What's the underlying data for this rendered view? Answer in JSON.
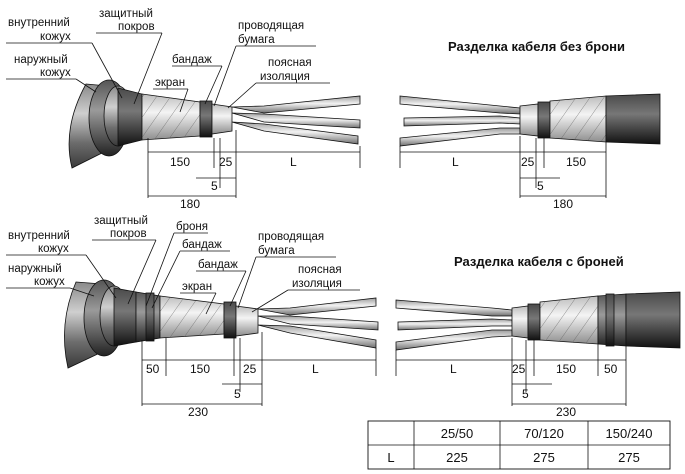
{
  "top": {
    "title": "Разделка кабеля без брони",
    "labels": {
      "inner_sheath_1": "внутренний",
      "inner_sheath_2": "кожух",
      "outer_sheath_1": "наружный",
      "outer_sheath_2": "кожух",
      "protective_1": "защитный",
      "protective_2": "покров",
      "bandage": "бандаж",
      "screen": "экран",
      "paper_1": "проводящая",
      "paper_2": "бумага",
      "belt_1": "поясная",
      "belt_2": "изоляция"
    },
    "dims": {
      "left_150": "150",
      "left_25": "25",
      "left_L": "L",
      "left_5": "5",
      "left_180": "180",
      "right_L": "L",
      "right_25": "25",
      "right_150": "150",
      "right_5": "5",
      "right_180": "180"
    }
  },
  "bottom": {
    "title": "Разделка кабеля с броней",
    "labels": {
      "inner_sheath_1": "внутренний",
      "inner_sheath_2": "кожух",
      "outer_sheath_1": "наружный",
      "outer_sheath_2": "кожух",
      "protective_1": "защитный",
      "protective_2": "покров",
      "armor": "броня",
      "bandage_1": "бандаж",
      "bandage_2": "бандаж",
      "screen": "экран",
      "paper_1": "проводящая",
      "paper_2": "бумага",
      "belt_1": "поясная",
      "belt_2": "изоляция"
    },
    "dims": {
      "left_50": "50",
      "left_150": "150",
      "left_25": "25",
      "left_L": "L",
      "left_5": "5",
      "left_230": "230",
      "right_L": "L",
      "right_25": "25",
      "right_150": "150",
      "right_50": "50",
      "right_5": "5",
      "right_230": "230"
    }
  },
  "table": {
    "header": [
      "",
      "25/50",
      "70/120",
      "150/240"
    ],
    "row": [
      "L",
      "225",
      "275",
      "275"
    ]
  }
}
